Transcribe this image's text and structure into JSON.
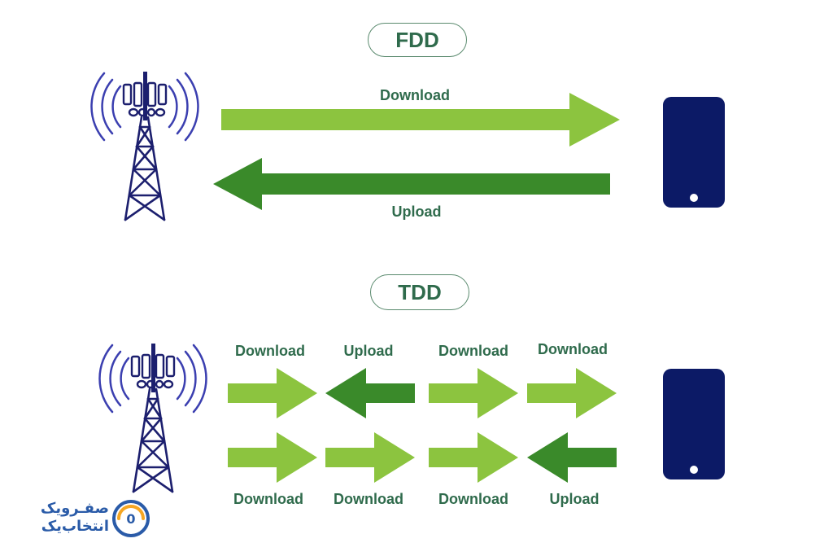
{
  "fdd": {
    "title": "FDD",
    "download_label": "Download",
    "upload_label": "Upload"
  },
  "tdd": {
    "title": "TDD",
    "top_row": [
      {
        "label": "Download",
        "direction": "right"
      },
      {
        "label": "Upload",
        "direction": "left"
      },
      {
        "label": "Download",
        "direction": "right"
      },
      {
        "label": "Download",
        "direction": "right"
      }
    ],
    "bottom_row": [
      {
        "label": "Download",
        "direction": "right"
      },
      {
        "label": "Download",
        "direction": "right"
      },
      {
        "label": "Download",
        "direction": "right"
      },
      {
        "label": "Upload",
        "direction": "left"
      }
    ]
  },
  "logo": {
    "line1": "صفـرویک",
    "line2": "انتخاب‌یک"
  },
  "icons": [
    "cell-tower-icon",
    "smartphone-icon"
  ],
  "colors": {
    "download": "#8cc43f",
    "upload": "#3a8a2a",
    "phone": "#0c1a66",
    "tower": "#1c1f6e",
    "text": "#2f6b4c",
    "logo": "#2a5ba8"
  }
}
